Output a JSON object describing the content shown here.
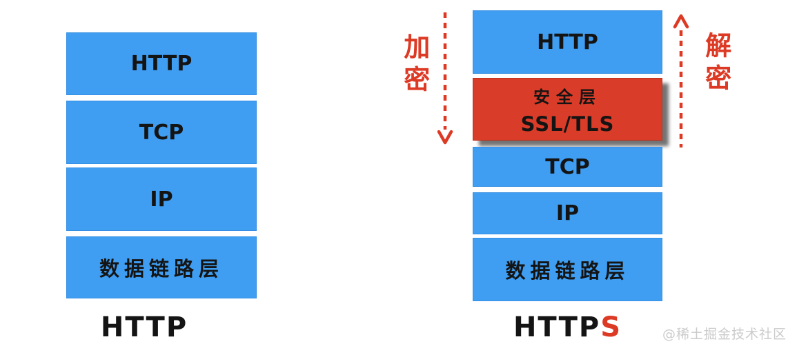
{
  "left_stack": {
    "layers": [
      {
        "label": "HTTP"
      },
      {
        "label": "TCP"
      },
      {
        "label": "IP"
      },
      {
        "label": "数据链路层"
      }
    ],
    "caption": "HTTP"
  },
  "right_stack": {
    "layers": [
      {
        "label": "HTTP"
      },
      {
        "label": "安全层",
        "sublabel": "SSL/TLS"
      },
      {
        "label": "TCP"
      },
      {
        "label": "IP"
      },
      {
        "label": "数据链路层"
      }
    ],
    "caption_base": "HTTP",
    "caption_highlight": "S"
  },
  "annotations": {
    "encrypt": "加密",
    "decrypt": "解密"
  },
  "watermark": "@稀土掘金技术社区",
  "colors": {
    "layer_blue": "#3F9EF2",
    "security_red": "#D93C28",
    "arrow_red": "#DD3A25",
    "text_black": "#141414",
    "caption_highlight_red": "#DD3A25",
    "watermark_gray": "#CBCBCB"
  }
}
